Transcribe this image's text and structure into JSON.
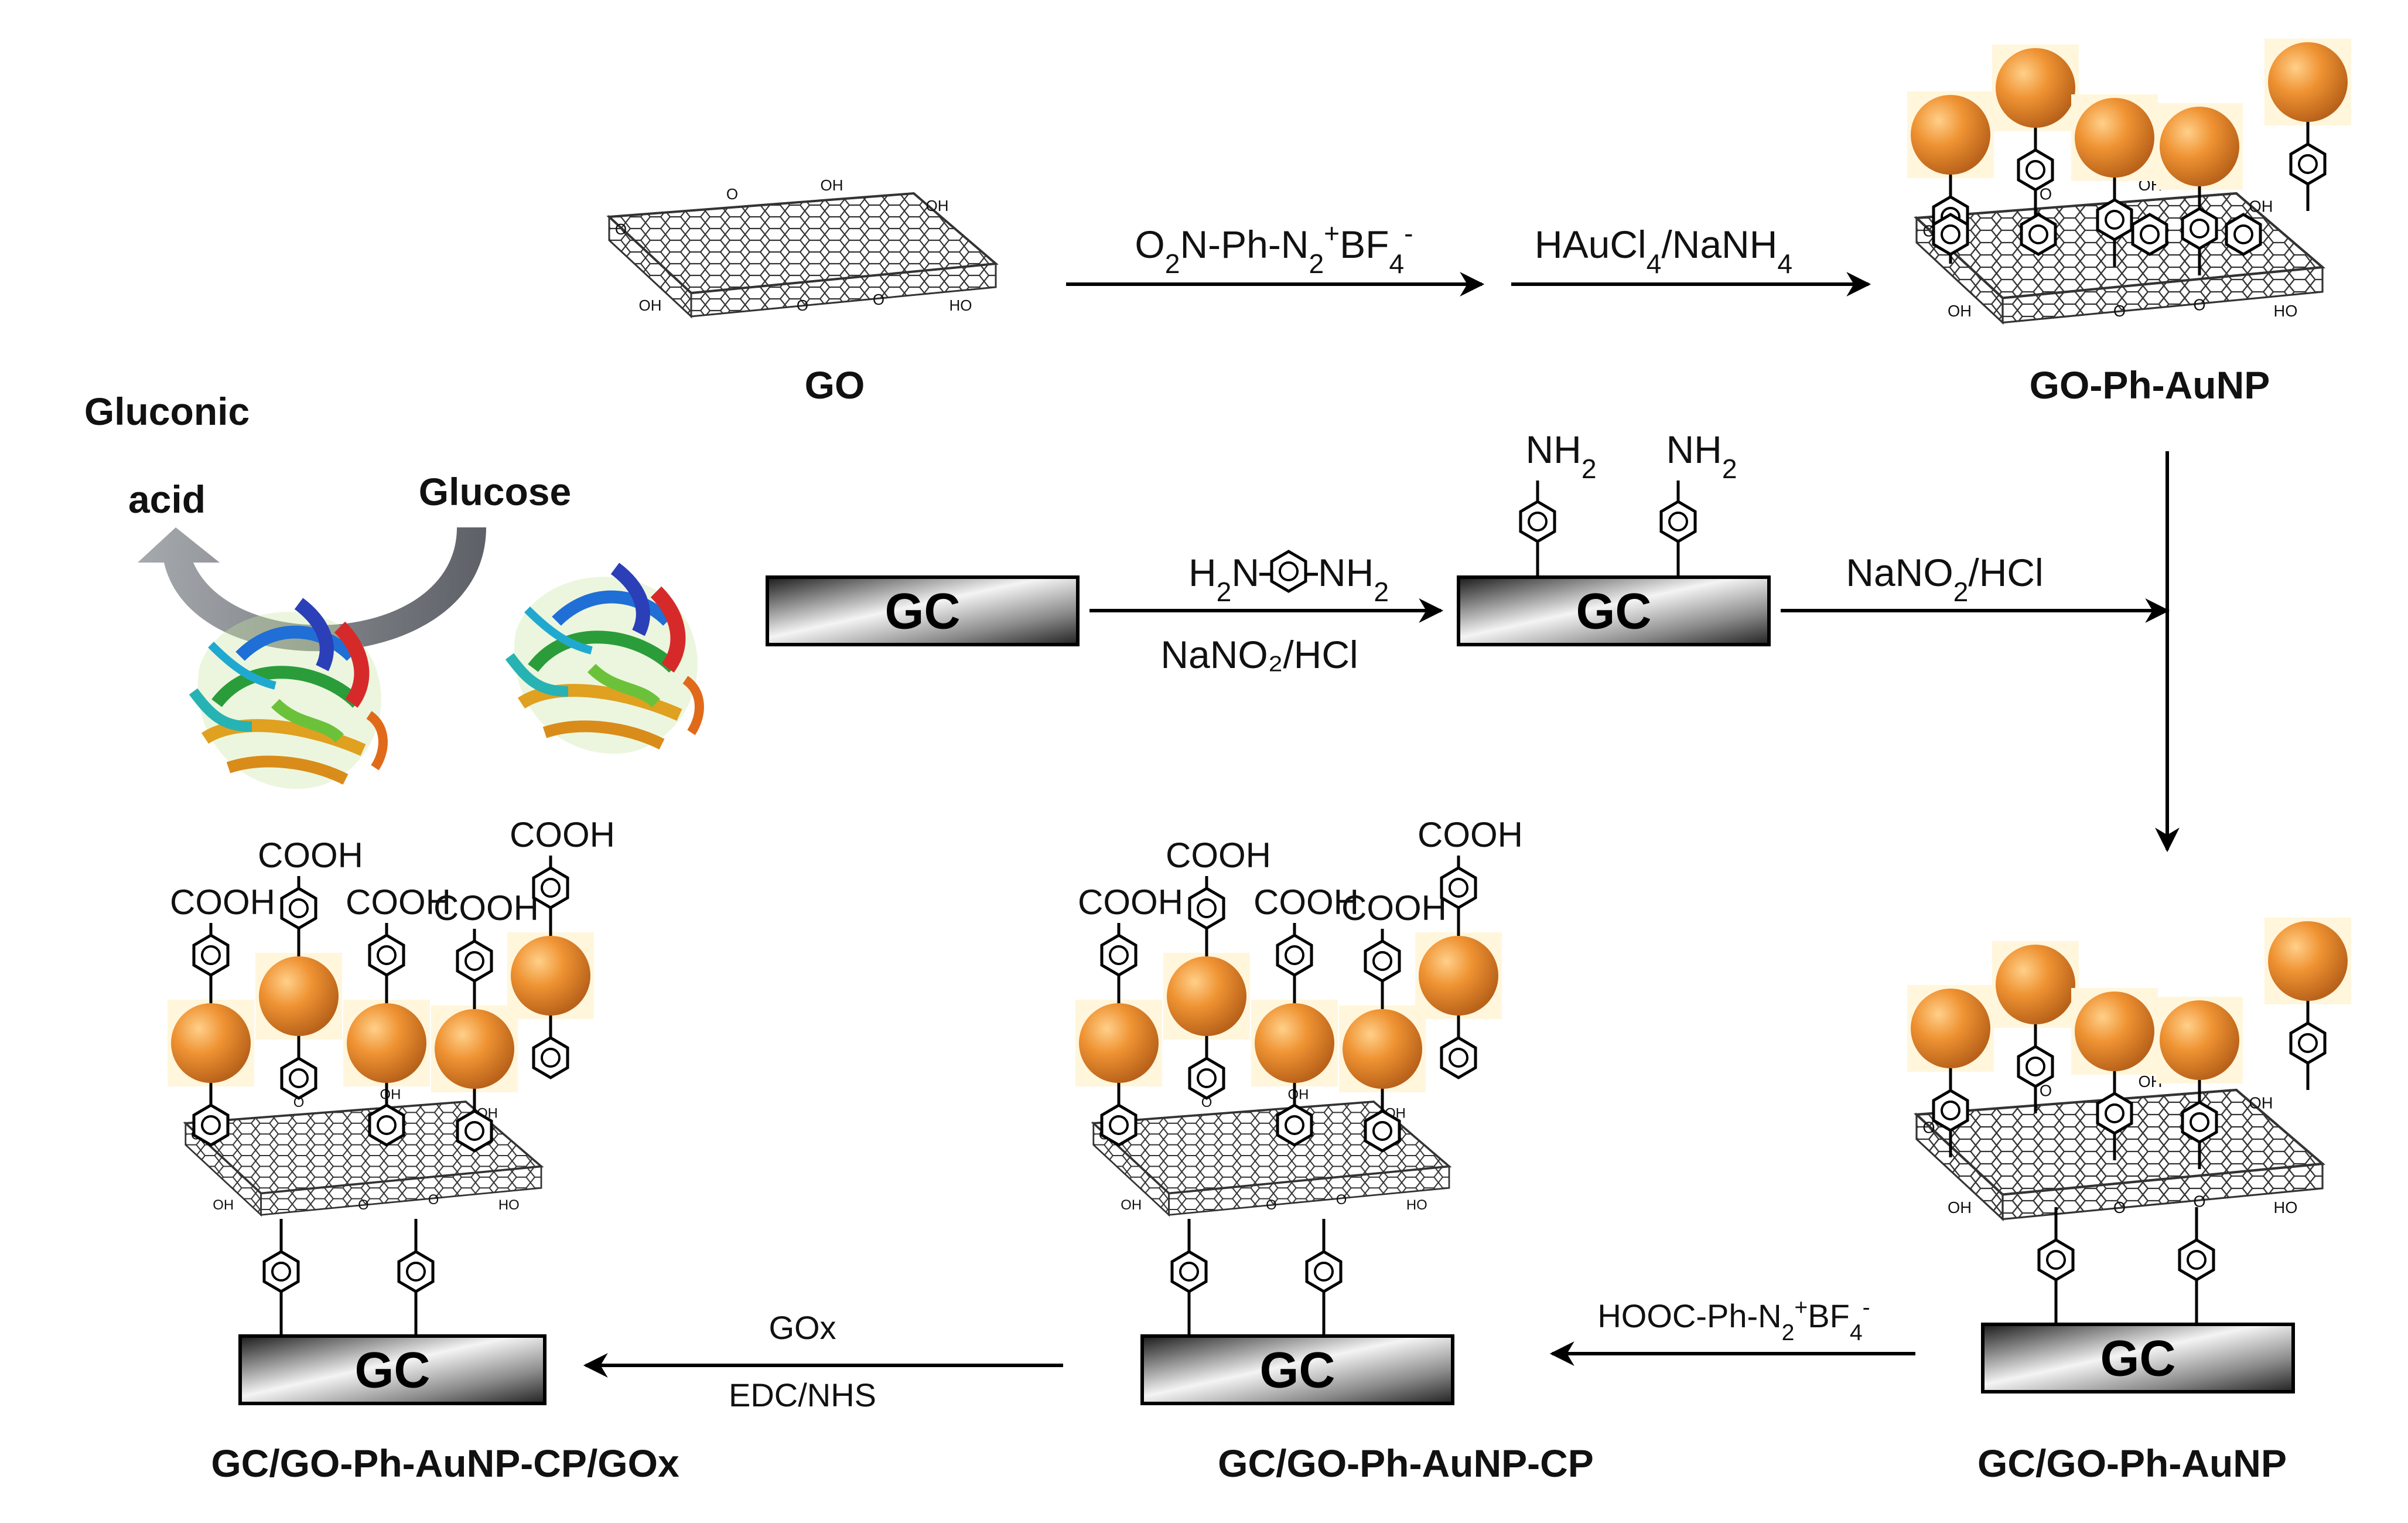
{
  "figure": {
    "labels": {
      "go": "GO",
      "go_ph_aunp": "GO-Ph-AuNP",
      "gc_go_ph_aunp": "GC/GO-Ph-AuNP",
      "gc_go_ph_aunp_cp": "GC/GO-Ph-AuNP-CP",
      "gc_go_ph_aunp_cp_gox": "GC/GO-Ph-AuNP-CP/GOx",
      "gluconic": "Gluconic",
      "acid": "acid",
      "glucose": "Glucose"
    },
    "electrode_label": "GC",
    "reagents": {
      "r1": "O2N-Ph-N2+BF4-",
      "r2": "HAuCl4/NaNH4",
      "r3_top": "H2N-Ph-NH2",
      "r3_bottom": "NaNO2/HCl",
      "r4": "NaNO2/HCl",
      "r5": "HOOC-Ph-N2+BF4-",
      "r6_top": "GOx",
      "r6_bottom": "EDC/NHS"
    },
    "groups": {
      "nh2": "NH2",
      "cooh": "COOH",
      "oh": "OH",
      "ho": "HO",
      "o": "O"
    },
    "colors": {
      "gold_particle": "#e68a2e",
      "arrow": "#000000",
      "curved_arrow": "#7d8187",
      "graphene": "#333333"
    }
  }
}
